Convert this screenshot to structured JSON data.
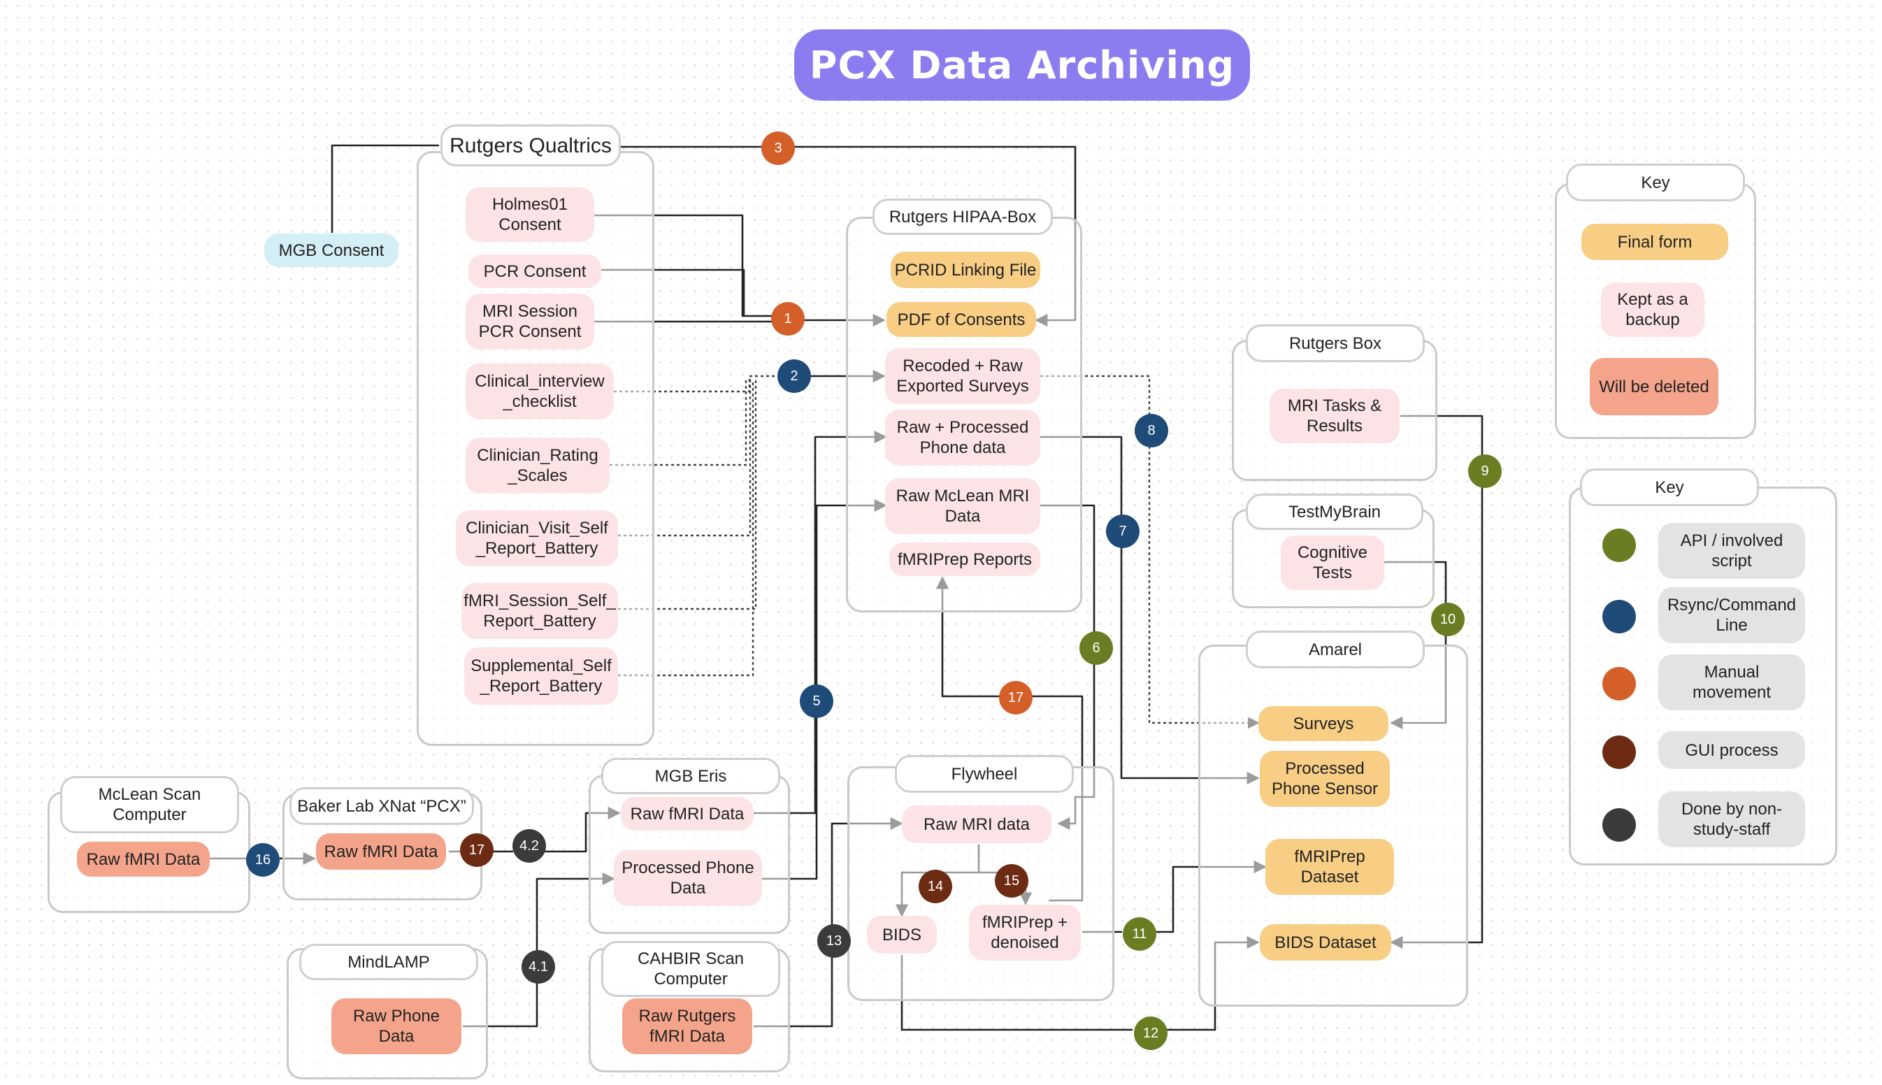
{
  "title": "PCX Data Archiving",
  "colors": {
    "api": "#6b7d22",
    "rsync": "#1f4b78",
    "manual": "#d45f28",
    "gui": "#6e2b13",
    "nonstaff": "#3b3b3b",
    "final": "#f8cd84",
    "backup": "#fce4e6",
    "deleted": "#f4a48a"
  },
  "panels": {
    "qualtrics": "Rutgers Qualtrics",
    "hipaa": "Rutgers HIPAA-Box",
    "rbox": "Rutgers Box",
    "tmb": "TestMyBrain",
    "amarel": "Amarel",
    "mclean": "McLean Scan\nComputer",
    "baker": "Baker Lab XNat “PCX”",
    "eris": "MGB Eris",
    "mindlamp": "MindLAMP",
    "cahbir": "CAHBIR Scan\nComputer",
    "flywheel": "Flywheel",
    "key1": "Key",
    "key2": "Key"
  },
  "nodes": {
    "mgb_consent": "MGB Consent",
    "holmes": "Holmes01\nConsent",
    "pcr_consent": "PCR Consent",
    "mri_session": "MRI Session\nPCR Consent",
    "clinical_interview": "Clinical_interview\n_checklist",
    "clinician_rating": "Clinician_Rating\n_Scales",
    "clinician_visit": "Clinician_Visit_Self\n_Report_Battery",
    "fmri_session": "fMRI_Session_Self_\nReport_Battery",
    "supplemental": "Supplemental_Self\n_Report_Battery",
    "pcrid": "PCRID Linking File",
    "pdf_consents": "PDF of Consents",
    "recoded": "Recoded + Raw\nExported Surveys",
    "raw_processed_phone": "Raw + Processed\nPhone data",
    "raw_mclean_mri": "Raw McLean MRI\nData",
    "fmriprep_reports": "fMRIPrep Reports",
    "mri_tasks": "MRI Tasks &\nResults",
    "cognitive": "Cognitive\nTests",
    "surveys": "Surveys",
    "processed_phone_sensor": "Processed\nPhone Sensor",
    "fmriprep_dataset": "fMRIPrep\nDataset",
    "bids_dataset": "BIDS Dataset",
    "mclean_raw": "Raw fMRI Data",
    "baker_raw": "Raw fMRI Data",
    "eris_raw": "Raw fMRI Data",
    "eris_processed": "Processed Phone\nData",
    "raw_phone": "Raw Phone\nData",
    "raw_rutgers": "Raw Rutgers\nfMRI Data",
    "fw_raw_mri": "Raw MRI data",
    "bids": "BIDS",
    "fmriprep_denoised": "fMRIPrep +\ndenoised"
  },
  "badges": {
    "b1": "1",
    "b2": "2",
    "b3": "3",
    "b4_1": "4.1",
    "b4_2": "4.2",
    "b5": "5",
    "b6": "6",
    "b7": "7",
    "b8": "8",
    "b9": "9",
    "b10": "10",
    "b11": "11",
    "b12": "12",
    "b13": "13",
    "b14": "14",
    "b15": "15",
    "b16": "16",
    "b17a": "17",
    "b17b": "17"
  },
  "key_status": {
    "final": "Final form",
    "backup": "Kept as a\nbackup",
    "deleted": "Will be deleted"
  },
  "key_method": {
    "api": "API / involved\nscript",
    "rsync": "Rsync/Command\nLine",
    "manual": "Manual\nmovement",
    "gui": "GUI process",
    "nonstaff": "Done by non-\nstudy-staff"
  }
}
